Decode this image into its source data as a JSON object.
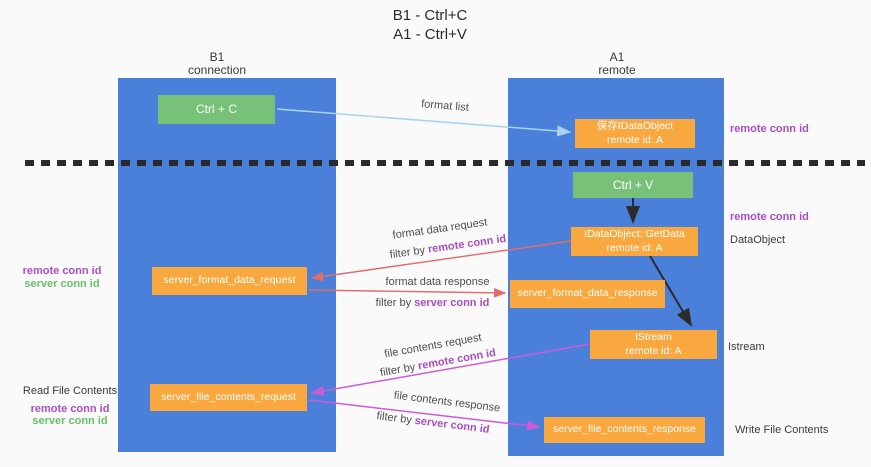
{
  "title": {
    "line1": "B1 - Ctrl+C",
    "line2": "A1 - Ctrl+V"
  },
  "lanes": {
    "left": {
      "name": "B1",
      "role": "connection"
    },
    "right": {
      "name": "A1",
      "role": "remote"
    }
  },
  "nodes": {
    "ctrl_c": {
      "label": "Ctrl + C"
    },
    "ctrl_v": {
      "label": "Ctrl + V"
    },
    "save_dataobject": {
      "line1": "保存IDataObject",
      "line2": "remote id: A"
    },
    "getdata": {
      "line1": "IDataObject::GetData",
      "line2": "remote id: A"
    },
    "istream": {
      "line1": "IStream",
      "line2": "remote id: A"
    },
    "server_format_data_request": {
      "label": "server_format_data_request"
    },
    "server_format_data_response": {
      "label": "server_format_data_response"
    },
    "server_file_contents_request": {
      "label": "server_file_contents_request"
    },
    "server_file_contents_response": {
      "label": "server_file_contents_response"
    }
  },
  "edge_labels": {
    "format_list": "format list",
    "format_data_request": "format data request",
    "format_data_response": "format data response",
    "file_contents_request": "file contents request",
    "file_contents_response": "file contents response",
    "filter_by": "filter by ",
    "remote_conn_id": "remote conn id",
    "server_conn_id": "server conn id"
  },
  "annotations": {
    "left_mid": {
      "remote": "remote conn id",
      "server": "server conn id"
    },
    "left_bottom": {
      "title": "Read File Contents",
      "remote": "remote conn id",
      "server": "server conn id"
    },
    "right_top": "remote conn id",
    "right_mid": {
      "remote": "remote conn id",
      "object": "DataObject"
    },
    "right_istream": "Istream",
    "right_bottom": "Write File Contents"
  },
  "colors": {
    "lane_blue": "#4a80d9",
    "node_orange": "#f8a83e",
    "node_green": "#77c278",
    "arrow_blue": "#a9d3f2",
    "arrow_red": "#e06c6c",
    "arrow_magenta": "#cd5bd6",
    "arrow_black": "#2b2b2b",
    "text_purple": "#a94fc4",
    "text_green": "#68bf68"
  }
}
